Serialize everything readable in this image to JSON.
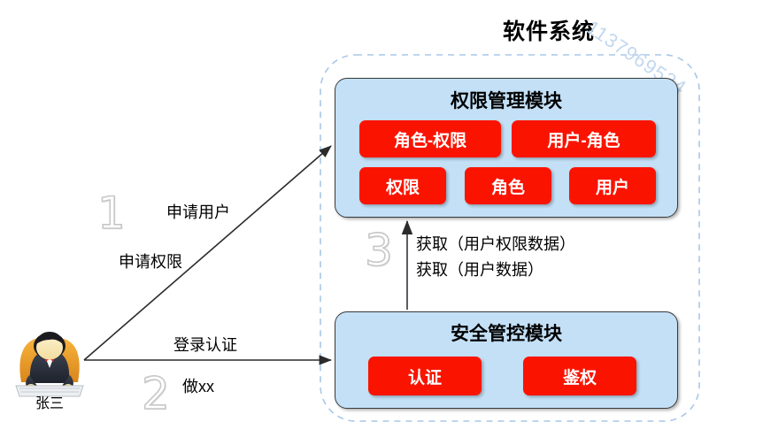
{
  "diagram": {
    "title": "软件系统",
    "watermark": "1137969524",
    "colors": {
      "module_fill": "#c3e0f7",
      "module_border": "#3a3a3a",
      "chip_fill": "#fa1400",
      "chip_text": "#ffffff",
      "boundary_dash": "#a9c7e8",
      "step_number": "#c7c7c7",
      "arrow": "#2b2b2b"
    },
    "boundary": {
      "label": "软件系统",
      "style": "dashed-rounded"
    }
  },
  "actor": {
    "name": "张三",
    "icon": "person-avatar-icon"
  },
  "modules": [
    {
      "id": "perm",
      "title": "权限管理模块",
      "chips_row1": [
        "角色-权限",
        "用户-角色"
      ],
      "chips_row2": [
        "权限",
        "角色",
        "用户"
      ]
    },
    {
      "id": "sec",
      "title": "安全管控模块",
      "chips": [
        "认证",
        "鉴权"
      ]
    }
  ],
  "flows": [
    {
      "step": "1",
      "labels": [
        "申请用户",
        "申请权限"
      ],
      "from": "张三",
      "to": "权限管理模块"
    },
    {
      "step": "2",
      "labels": [
        "登录认证",
        "做xx"
      ],
      "from": "张三",
      "to": "安全管控模块"
    },
    {
      "step": "3",
      "labels": [
        "获取（用户权限数据）",
        "获取（用户数据）"
      ],
      "from": "安全管控模块",
      "to": "权限管理模块"
    }
  ]
}
